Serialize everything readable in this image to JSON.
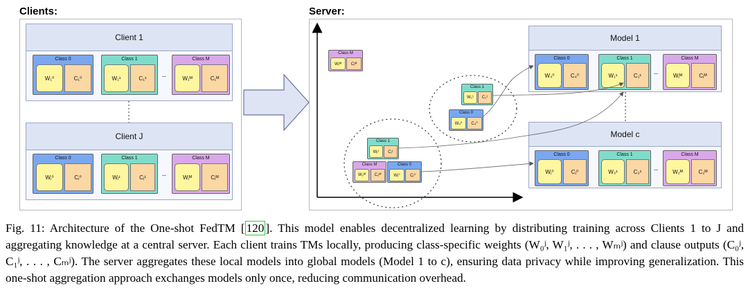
{
  "clients_title": "Clients:",
  "server_title": "Server:",
  "client1": {
    "title": "Client 1",
    "classes": [
      {
        "title": "Class 0",
        "w": "W₁⁰",
        "c": "C₁⁰"
      },
      {
        "title": "Class 1",
        "w": "W₁¹",
        "c": "C₁¹"
      },
      {
        "title": "Class M",
        "w": "W₁ᴹ",
        "c": "C₁ᴹ"
      }
    ],
    "ellipsis": "--"
  },
  "clientJ": {
    "title": "Client J",
    "classes": [
      {
        "title": "Class 0",
        "w": "Wⱼ⁰",
        "c": "Cⱼ⁰"
      },
      {
        "title": "Class 1",
        "w": "Wⱼ¹",
        "c": "Cⱼ¹"
      },
      {
        "title": "Class M",
        "w": "Wⱼᴹ",
        "c": "Cⱼᴹ"
      }
    ],
    "ellipsis": "--"
  },
  "model1": {
    "title": "Model 1",
    "classes": [
      {
        "title": "Class 0",
        "w": "W₄⁰",
        "c": "C₄⁰"
      },
      {
        "title": "Class 1",
        "w": "W₁¹",
        "c": "C₁¹"
      },
      {
        "title": "Class M",
        "w": "Wⱼᴹ",
        "c": "Cⱼᴹ"
      }
    ],
    "ellipsis": "--"
  },
  "modelc": {
    "title": "Model c",
    "classes": [
      {
        "title": "Class 0",
        "w": "Wⱼ⁰",
        "c": "Cⱼ⁰"
      },
      {
        "title": "Class 1",
        "w": "W₃¹",
        "c": "C₃¹"
      },
      {
        "title": "Class M",
        "w": "W₂ᴹ",
        "c": "C₂ᴹ"
      }
    ],
    "ellipsis": "--"
  },
  "scatter": {
    "classM_top": {
      "title": "Class M",
      "w": "Wⱼᴹ",
      "c": "Cⱼᴹ"
    },
    "class1_mid": {
      "title": "Class 1",
      "w": "W₁¹",
      "c": "C₁¹"
    },
    "class0_mid": {
      "title": "Class 0",
      "w": "W₄⁰",
      "c": "C₄⁰"
    },
    "class1_low": {
      "title": "Class 1",
      "w": "Wⱼ¹",
      "c": "Cⱼ¹"
    },
    "classM_low": {
      "title": "Class M",
      "w": "W₂ᴹ",
      "c": "C₂ᴹ"
    },
    "class0_low": {
      "title": "Class 0",
      "w": "Wⱼ⁰",
      "c": "Cⱼ⁰"
    }
  },
  "caption": {
    "prefix": "Fig. 11: Architecture of the One-shot FedTM ",
    "ref": "120",
    "suffix": ". This model enables decentralized learning by distributing training across Clients 1 to J and aggregating knowledge at a central server. Each client trains TMs locally, producing class-specific weights (W₀ʲ, W₁ʲ, . . . , Wₘʲ) and clause outputs (C₀ʲ, C₁ʲ, . . . , Cₘʲ). The server aggregates these local models into global models (Model 1 to c), ensuring data privacy while improving generalization. This one-shot aggregation approach exchanges models only once, reducing communication overhead."
  }
}
